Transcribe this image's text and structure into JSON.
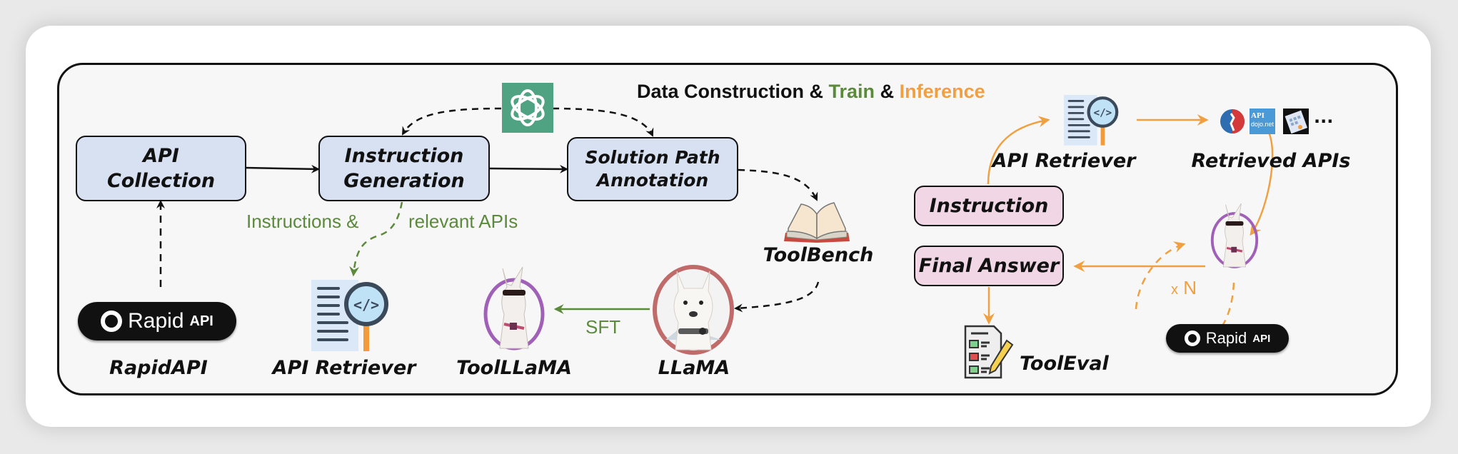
{
  "title": {
    "part1": "Data Construction &",
    "part2": "Train",
    "part3": "&",
    "part4": "Inference"
  },
  "colors": {
    "train": "#5b8a3c",
    "inference": "#f0a040",
    "data_box": "#d7e1f2",
    "inference_box": "#f1d7e6",
    "chatgpt_green": "#4fa383"
  },
  "data_construction": {
    "nodes": [
      {
        "id": "api-collection",
        "line1": "API",
        "line2": "Collection"
      },
      {
        "id": "instruction-generation",
        "line1": "Instruction",
        "line2": "Generation"
      },
      {
        "id": "solution-path-annotation",
        "line1": "Solution Path",
        "line2": "Annotation"
      }
    ],
    "rapidapi_logo": {
      "word": "Rapid",
      "suffix": "API"
    },
    "rapidapi_label": "RapidAPI",
    "chatgpt_icon": "openai-logo-icon",
    "toolbench_label": "ToolBench",
    "toolbench_icon": "open-book-icon"
  },
  "train": {
    "edge_label_left": "Instructions &",
    "edge_label_right": "relevant APIs",
    "api_retriever_label": "API Retriever",
    "toolllama_label": "ToolLLaMA",
    "llama_label": "LLaMA",
    "sft_label": "SFT"
  },
  "inference": {
    "instruction_box": "Instruction",
    "final_answer_box": "Final Answer",
    "api_retriever_label": "API Retriever",
    "retrieved_apis_label": "Retrieved APIs",
    "retrieved_apis_icons": [
      "basketball-api-icon",
      "apidojo-icon",
      "calculator-app-icon"
    ],
    "apidojo_text_top": "API",
    "apidojo_text_bottom": "dojo.net",
    "ellipsis": "...",
    "repeat_label_x": "x",
    "repeat_label_n": "N",
    "tooleval_label": "ToolEval",
    "rapidapi_logo": {
      "word": "Rapid",
      "suffix": "API"
    }
  }
}
